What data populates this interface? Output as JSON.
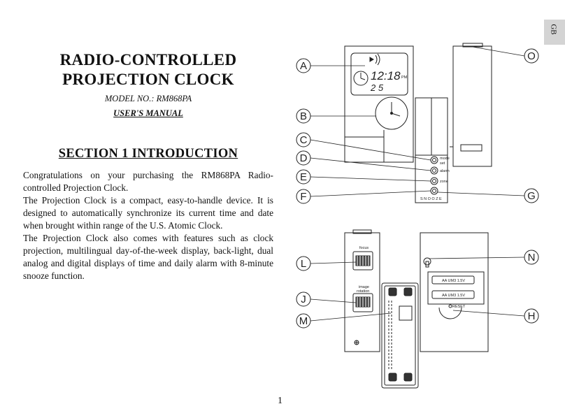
{
  "page": {
    "tab": "GB",
    "title_line1": "RADIO-CONTROLLED",
    "title_line2": "PROJECTION CLOCK",
    "model": "MODEL NO.: RM868PA",
    "manual": "USER'S MANUAL",
    "section_title": "SECTION 1 INTRODUCTION",
    "paragraphs": [
      "Congratulations on your purchasing the RM868PA Radio-controlled Projection Clock.",
      "The Projection Clock is a compact, easy-to-handle device. It is designed to automatically synchronize its current time and date when brought within range of the U.S. Atomic Clock.",
      "The Projection Clock also comes with features such as clock projection, multilingual day-of-the-week display, back-light, dual analog and digital displays of time and daily alarm with 8-minute snooze function."
    ],
    "page_number": "1"
  },
  "figure": {
    "callouts": {
      "A": "A",
      "B": "B",
      "C": "C",
      "D": "D",
      "E": "E",
      "F": "F",
      "G": "G",
      "O": "O",
      "L": "L",
      "J": "J",
      "M": "M",
      "N": "N",
      "H": "H"
    },
    "lcd_time": "12:18",
    "lcd_pm": "PM",
    "lcd_small": "2 5",
    "btn_mode": "mode",
    "btn_set": "set",
    "btn_alarm": "alarm",
    "btn_zone": "zone",
    "snooze": "SNOOZE",
    "focus": "focus",
    "image_rotation_1": "image",
    "image_rotation_2": "rotation",
    "battery_1": "AA UM3 1.5V",
    "battery_2": "AA UM3 1.5V",
    "reset": "RESET"
  }
}
